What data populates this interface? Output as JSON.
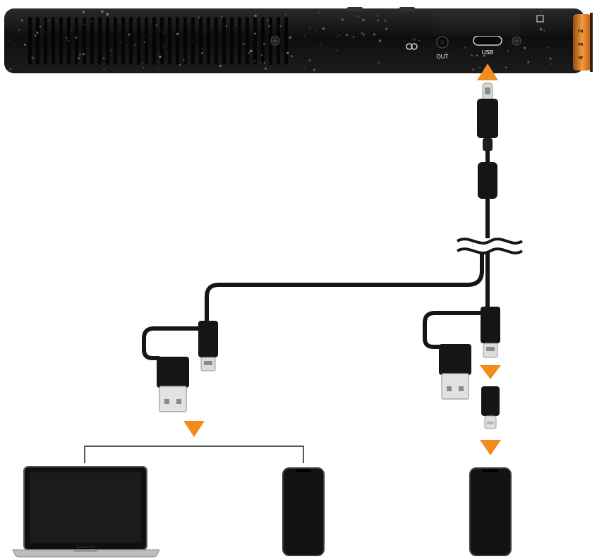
{
  "microphone": {
    "port_labels": {
      "out": "OUT",
      "usb": "USB"
    },
    "dial_numbers": [
      "2",
      "3",
      "4"
    ]
  },
  "laptop": {
    "brand_text": "MacBook Pro"
  },
  "colors": {
    "arrow": "#f28c1e",
    "mic_body": "#111111",
    "dial_accent": "#e07a1f",
    "cable": "#161616",
    "device": "#121212"
  },
  "icons": {
    "connection_arrow": "triangle",
    "link_port": "chain-link-icon"
  }
}
